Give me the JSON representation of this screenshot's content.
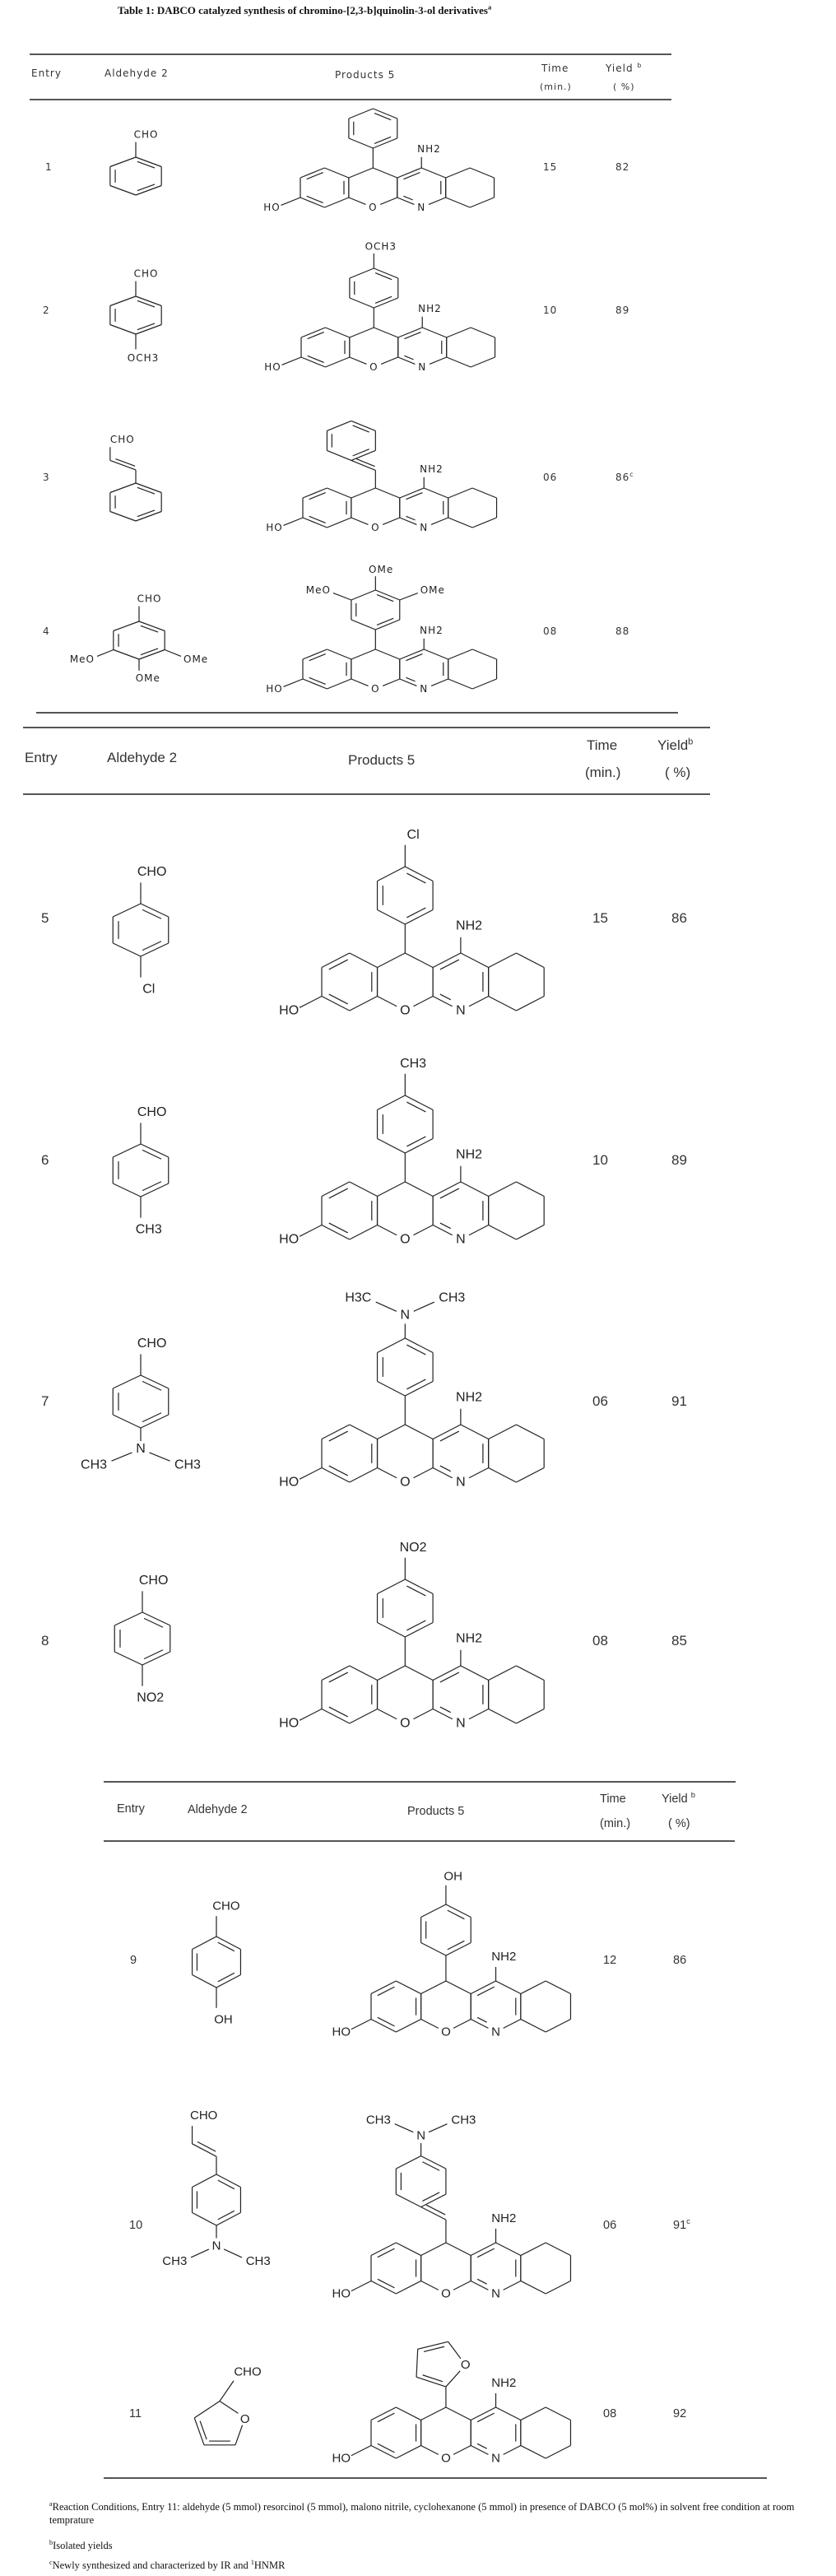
{
  "title": "Table 1: DABCO catalyzed synthesis of chromino-[2,3-b]quinolin-3-ol derivatives",
  "title_sup": "a",
  "header": {
    "entry": "Entry",
    "aldehyde": "Aldehyde 2",
    "products": "Products 5",
    "time": "Time",
    "time_unit": "(min.)",
    "yield": "Yield",
    "yield_sup": "b",
    "yield_unit": "( %)"
  },
  "core_labels": {
    "ho": "HO",
    "o": "O",
    "n": "N",
    "nh2": "NH2"
  },
  "rows": [
    {
      "entry": "1",
      "time": "15",
      "yield": "82",
      "yield_sup": "",
      "aldehyde": {
        "type": "aryl",
        "cho": "CHO"
      },
      "product": {
        "sub": "phenyl"
      }
    },
    {
      "entry": "2",
      "time": "10",
      "yield": "89",
      "yield_sup": "",
      "aldehyde": {
        "type": "aryl",
        "cho": "CHO",
        "para": "OCH3"
      },
      "product": {
        "sub": "phenyl",
        "para": "OCH3"
      }
    },
    {
      "entry": "3",
      "time": "06",
      "yield": "86",
      "yield_sup": "c",
      "aldehyde": {
        "type": "cinnamyl",
        "cho": "CHO"
      },
      "product": {
        "sub": "styryl"
      }
    },
    {
      "entry": "4",
      "time": "08",
      "yield": "88",
      "yield_sup": "",
      "aldehyde": {
        "type": "trimethoxy",
        "cho": "CHO",
        "left": "MeO",
        "right": "OMe",
        "para": "OMe"
      },
      "product": {
        "sub": "trimethoxy",
        "left": "MeO",
        "right": "OMe",
        "para": "OMe"
      }
    },
    {
      "entry": "5",
      "time": "15",
      "yield": "86",
      "yield_sup": "",
      "aldehyde": {
        "type": "aryl",
        "cho": "CHO",
        "para": "Cl"
      },
      "product": {
        "sub": "phenyl",
        "para": "Cl"
      }
    },
    {
      "entry": "6",
      "time": "10",
      "yield": "89",
      "yield_sup": "",
      "aldehyde": {
        "type": "aryl",
        "cho": "CHO",
        "para": "CH3"
      },
      "product": {
        "sub": "phenyl",
        "para": "CH3"
      }
    },
    {
      "entry": "7",
      "time": "06",
      "yield": "91",
      "yield_sup": "",
      "aldehyde": {
        "type": "aryl",
        "cho": "CHO",
        "amine": {
          "n": "N",
          "left": "CH3",
          "right": "CH3"
        }
      },
      "product": {
        "sub": "phenyl",
        "amine": {
          "n": "N",
          "left": "H3C",
          "right": "CH3"
        }
      }
    },
    {
      "entry": "8",
      "time": "08",
      "yield": "85",
      "yield_sup": "",
      "aldehyde": {
        "type": "aryl",
        "cho": "CHO",
        "para": "NO2"
      },
      "product": {
        "sub": "phenyl",
        "para": "NO2"
      }
    },
    {
      "entry": "9",
      "time": "12",
      "yield": "86",
      "yield_sup": "",
      "aldehyde": {
        "type": "aryl",
        "cho": "CHO",
        "para": "OH"
      },
      "product": {
        "sub": "phenyl",
        "para": "OH"
      }
    },
    {
      "entry": "10",
      "time": "06",
      "yield": "91",
      "yield_sup": "c",
      "aldehyde": {
        "type": "cinnamyl",
        "cho": "CHO",
        "amine": {
          "n": "N",
          "left": "CH3",
          "right": "CH3"
        }
      },
      "product": {
        "sub": "styryl",
        "amine": {
          "n": "N",
          "left": "CH3",
          "right": "CH3"
        }
      }
    },
    {
      "entry": "11",
      "time": "08",
      "yield": "92",
      "yield_sup": "",
      "aldehyde": {
        "type": "furfural",
        "cho": "CHO",
        "o": "O"
      },
      "product": {
        "sub": "furyl",
        "o": "O"
      }
    }
  ],
  "footnotes": [
    {
      "sup": "a",
      "text": "Reaction Conditions, Entry 11: aldehyde (5 mmol) resorcinol (5 mmol), malono nitrile, cyclohexanone (5 mmol) in presence of DABCO (5 mol%) in solvent free condition at room temprature"
    },
    {
      "sup": "b",
      "text": "Isolated yields"
    },
    {
      "sup": "c",
      "text": "Newly synthesized and characterized by IR  and ",
      "sup2": "1",
      "tail": "HNMR"
    }
  ]
}
